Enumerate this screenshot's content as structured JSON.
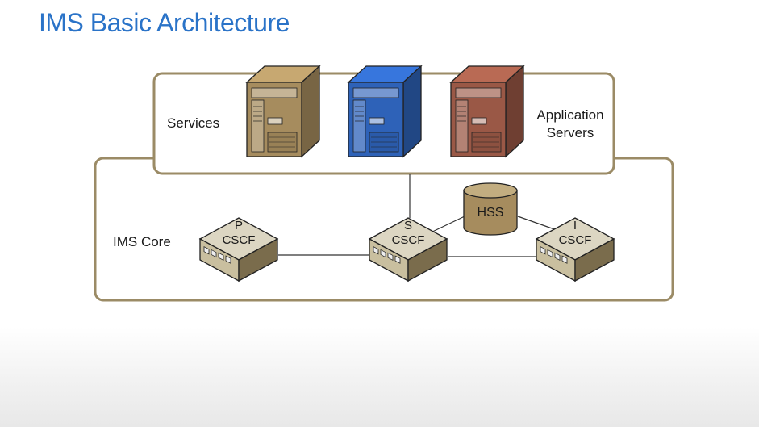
{
  "title": "IMS Basic Architecture",
  "diagram": {
    "services_label": "Services",
    "app_servers_label_line1": "Application",
    "app_servers_label_line2": "Servers",
    "ims_core_label": "IMS Core",
    "nodes": {
      "p_cscf": {
        "prefix": "P",
        "name": "CSCF"
      },
      "s_cscf": {
        "prefix": "S",
        "name": "CSCF"
      },
      "i_cscf": {
        "prefix": "I",
        "name": "CSCF"
      },
      "hss": {
        "name": "HSS"
      }
    },
    "server_colors": [
      "#a68c5e",
      "#2e62b8",
      "#9a5846"
    ],
    "frame_color": "#9b8b66"
  }
}
